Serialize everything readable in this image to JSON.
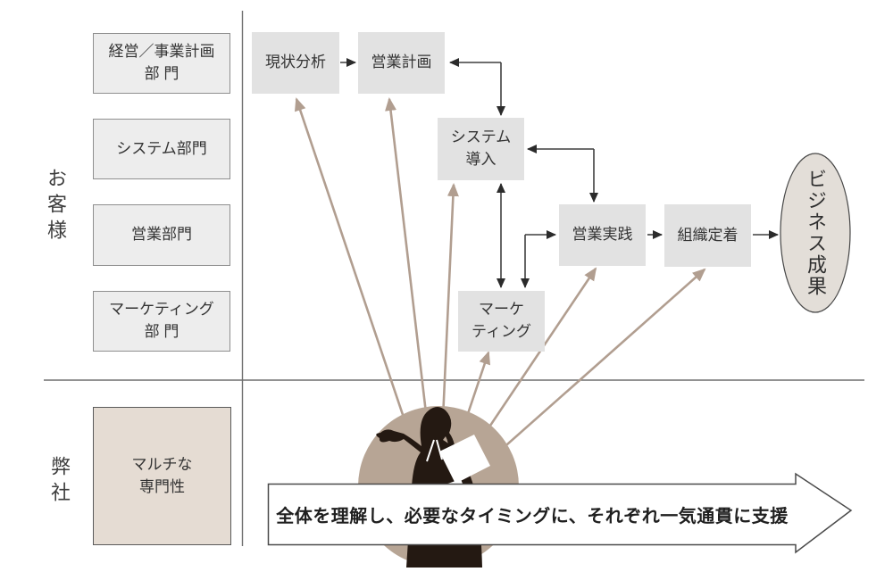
{
  "labels": {
    "customer": "お客様",
    "company": "弊社"
  },
  "customer_departments": [
    {
      "label": "経営／事業計画\n部 門"
    },
    {
      "label": "システム部門"
    },
    {
      "label": "営業部門"
    },
    {
      "label": "マーケティング\n部 門"
    }
  ],
  "company_capability": {
    "label": "マルチな\n専門性"
  },
  "process_steps": [
    {
      "label": "現状分析"
    },
    {
      "label": "営業計画"
    },
    {
      "label": "システム\n導入"
    },
    {
      "label": "マーケ\nティング"
    },
    {
      "label": "営業実践"
    },
    {
      "label": "組織定着"
    }
  ],
  "outcome": {
    "label": "ビジネス成果"
  },
  "banner": {
    "text": "全体を理解し、必要なタイミングに、それぞれ一気通貫に支援"
  },
  "icons": {
    "consultant": "consultant-silhouette-icon"
  },
  "colors": {
    "line-dark": "#3f3f3f",
    "head-dark": "#2b2b2b",
    "tan": "#b19e90",
    "circle-tan": "#b7a595",
    "silhouette": "#241912",
    "box-gray": "#e2e2e2",
    "box-light": "#ededed",
    "box-light-border": "#8f8f8f",
    "beige": "#e5dcd3",
    "ellipse-fill": "#e3ded8",
    "divider": "#6f6f6f",
    "text": "#333333"
  }
}
